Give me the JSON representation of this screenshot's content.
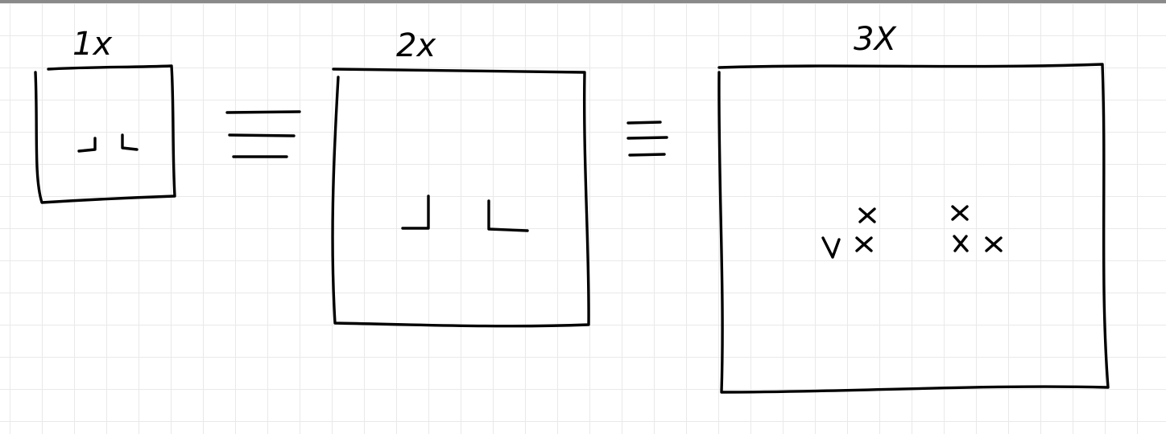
{
  "canvas": {
    "background": "#ffffff",
    "grid_color": "#e9e9e9",
    "top_bar_color": "#8a8a8a",
    "ink_color": "#000000"
  },
  "panels": [
    {
      "id": "1x",
      "label": "1x"
    },
    {
      "id": "2x",
      "label": "2x"
    },
    {
      "id": "3x",
      "label": "3X"
    }
  ],
  "equivalence_symbol": "≡"
}
